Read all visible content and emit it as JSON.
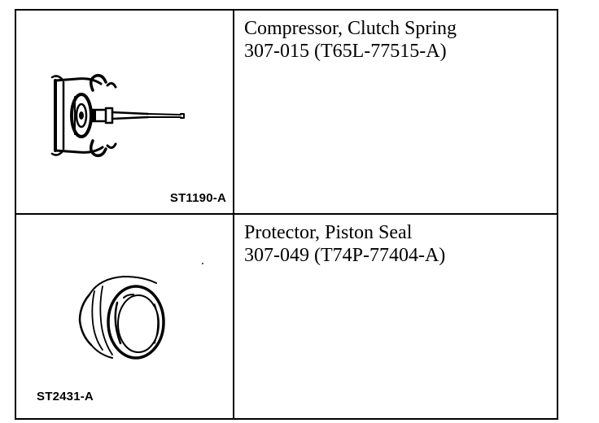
{
  "tools": [
    {
      "name": "Compressor, Clutch Spring",
      "part_numbers": "307-015 (T65L-77515-A)",
      "illustration_code": "ST1190-A",
      "illustration_icon": "clutch-spring-compressor-icon"
    },
    {
      "name": "Protector, Piston Seal",
      "part_numbers": "307-049 (T74P-77404-A)",
      "illustration_code": "ST2431-A",
      "illustration_icon": "piston-seal-protector-icon"
    }
  ]
}
